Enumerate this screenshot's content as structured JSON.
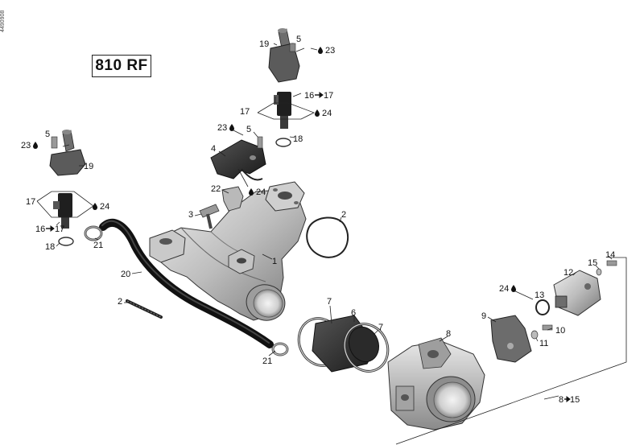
{
  "diagram": {
    "model_label": "810 RF",
    "doc_code": "4490908",
    "callouts": [
      {
        "id": "c1",
        "text": "1"
      },
      {
        "id": "c2a",
        "text": "2"
      },
      {
        "id": "c2b",
        "text": "2"
      },
      {
        "id": "c3",
        "text": "3"
      },
      {
        "id": "c4",
        "text": "4"
      },
      {
        "id": "c5a",
        "text": "5"
      },
      {
        "id": "c5b",
        "text": "5"
      },
      {
        "id": "c5c",
        "text": "5"
      },
      {
        "id": "c6",
        "text": "6"
      },
      {
        "id": "c7a",
        "text": "7"
      },
      {
        "id": "c7b",
        "text": "7"
      },
      {
        "id": "c8",
        "text": "8"
      },
      {
        "id": "c9",
        "text": "9"
      },
      {
        "id": "c10",
        "text": "10"
      },
      {
        "id": "c11",
        "text": "11"
      },
      {
        "id": "c12",
        "text": "12"
      },
      {
        "id": "c13",
        "text": "13"
      },
      {
        "id": "c14",
        "text": "14"
      },
      {
        "id": "c15",
        "text": "15"
      },
      {
        "id": "c17a",
        "text": "17"
      },
      {
        "id": "c17b",
        "text": "17"
      },
      {
        "id": "c18a",
        "text": "18"
      },
      {
        "id": "c18b",
        "text": "18"
      },
      {
        "id": "c19a",
        "text": "19"
      },
      {
        "id": "c19b",
        "text": "19"
      },
      {
        "id": "c20",
        "text": "20"
      },
      {
        "id": "c21a",
        "text": "21"
      },
      {
        "id": "c21b",
        "text": "21"
      },
      {
        "id": "c22",
        "text": "22"
      },
      {
        "id": "c23a",
        "text": "23"
      },
      {
        "id": "c23b",
        "text": "23"
      },
      {
        "id": "c23c",
        "text": "23"
      },
      {
        "id": "c24a",
        "text": "24"
      },
      {
        "id": "c24b",
        "text": "24"
      },
      {
        "id": "c24c",
        "text": "24"
      },
      {
        "id": "c24d",
        "text": "24"
      }
    ],
    "kit_refs": [
      {
        "id": "k1617a",
        "from": "16",
        "to": "17"
      },
      {
        "id": "k1617b",
        "from": "16",
        "to": "17"
      },
      {
        "id": "k815",
        "from": "8",
        "to": "15"
      }
    ],
    "colors": {
      "ink": "#111111",
      "metal_light": "#d9d9d9",
      "metal_mid": "#a8a8a8",
      "metal_dark": "#5a5a5a",
      "rubber": "#1e1e1e"
    },
    "icons": {
      "lubricant": "oil-drop-icon",
      "arrow": "arrow-right-icon"
    }
  }
}
